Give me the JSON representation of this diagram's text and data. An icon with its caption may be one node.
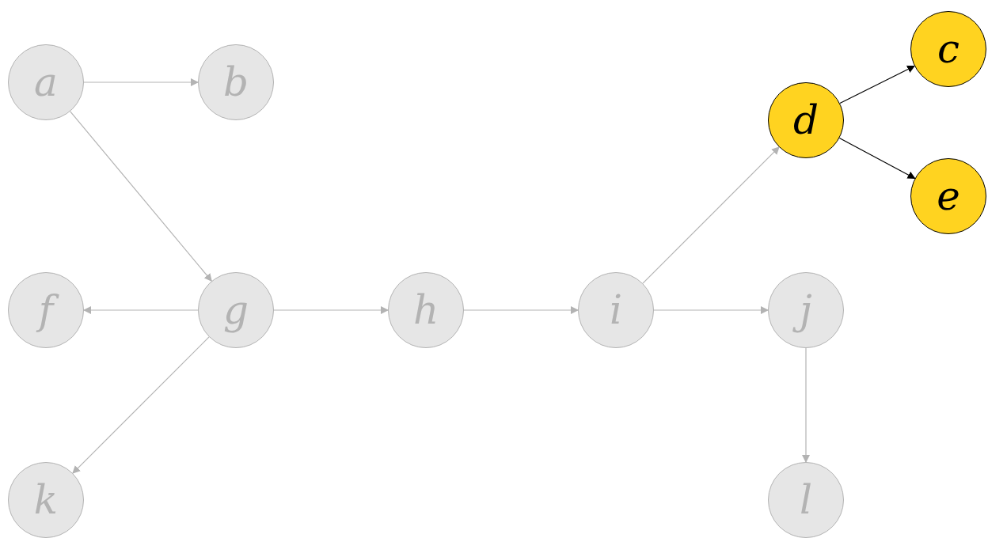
{
  "diagram": {
    "nodes": [
      {
        "text": [
          "a"
        ]
      },
      {
        "text": [
          "b"
        ]
      },
      {
        "text": [
          "c"
        ]
      },
      {
        "text": [
          "d"
        ]
      },
      {
        "text": [
          "e"
        ]
      },
      {
        "text": [
          "f"
        ]
      },
      {
        "text": [
          "g"
        ]
      },
      {
        "text": [
          "h"
        ]
      },
      {
        "text": [
          "i"
        ]
      },
      {
        "text": [
          "j"
        ]
      },
      {
        "text": [
          "k"
        ]
      },
      {
        "text": [
          "l"
        ]
      }
    ],
    "edges": [
      {
        "from": 0,
        "to": 1,
        "arrow": "to"
      },
      {
        "from": 0,
        "to": 6,
        "arrow": "to"
      },
      {
        "from": 3,
        "to": 2,
        "arrow": "to",
        "color": "#000000"
      },
      {
        "from": 3,
        "to": 4,
        "arrow": "to",
        "color": "#000000"
      },
      {
        "from": 6,
        "to": 5,
        "arrow": "to"
      },
      {
        "from": 6,
        "to": 7,
        "arrow": "to"
      },
      {
        "from": 6,
        "to": 10,
        "arrow": "to"
      },
      {
        "from": 7,
        "to": 8,
        "arrow": "to"
      },
      {
        "from": 8,
        "to": 3,
        "arrow": "to"
      },
      {
        "from": 8,
        "to": 9,
        "arrow": "to"
      },
      {
        "from": 9,
        "to": 11,
        "arrow": "to"
      }
    ]
  }
}
